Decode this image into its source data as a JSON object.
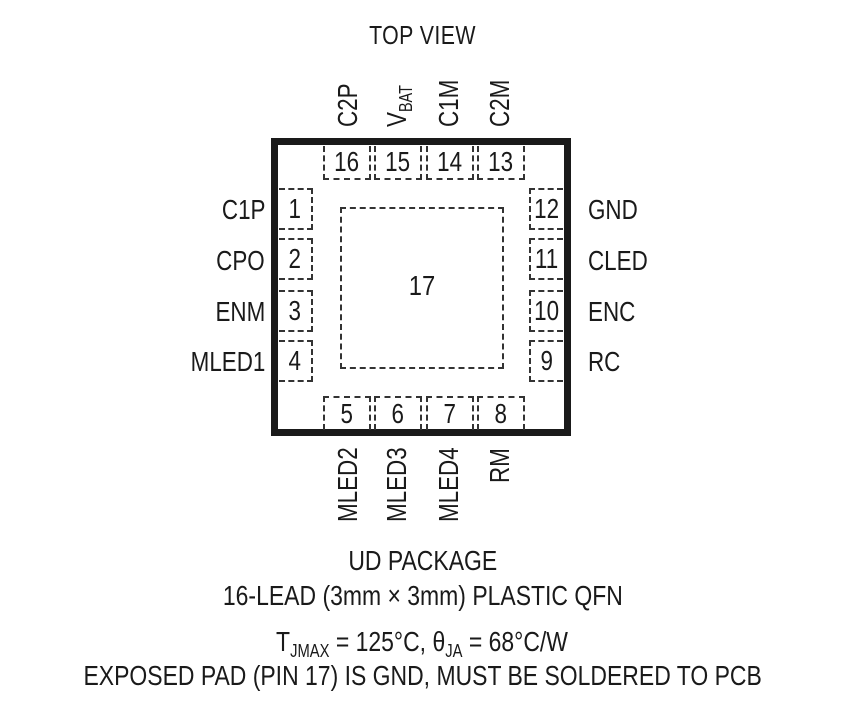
{
  "diagram": {
    "view_label": "TOP VIEW",
    "exposed_pad": {
      "number": "17"
    },
    "pins": {
      "left": [
        {
          "number": "1",
          "name": "C1P"
        },
        {
          "number": "2",
          "name": "CPO"
        },
        {
          "number": "3",
          "name": "ENM"
        },
        {
          "number": "4",
          "name": "MLED1"
        }
      ],
      "bottom": [
        {
          "number": "5",
          "name": "MLED2"
        },
        {
          "number": "6",
          "name": "MLED3"
        },
        {
          "number": "7",
          "name": "MLED4"
        },
        {
          "number": "8",
          "name": "RM"
        }
      ],
      "right": [
        {
          "number": "9",
          "name": "RC"
        },
        {
          "number": "10",
          "name": "ENC"
        },
        {
          "number": "11",
          "name": "CLED"
        },
        {
          "number": "12",
          "name": "GND"
        }
      ],
      "top": [
        {
          "number": "13",
          "name": "C2M"
        },
        {
          "number": "14",
          "name": "C1M"
        },
        {
          "number": "15",
          "name_main": "V",
          "name_sub": "BAT"
        },
        {
          "number": "16",
          "name": "C2P"
        }
      ]
    },
    "package_name": "UD PACKAGE",
    "package_desc": "16-LEAD (3mm × 3mm) PLASTIC QFN",
    "thermal": {
      "tj_main": "T",
      "tj_sub": "JMAX",
      "tj_value": " = 125°C, ",
      "theta_main": "θ",
      "theta_sub": "JA",
      "theta_value": " = 68°C/W"
    },
    "note": "EXPOSED PAD (PIN 17) IS GND, MUST BE SOLDERED TO PCB"
  }
}
